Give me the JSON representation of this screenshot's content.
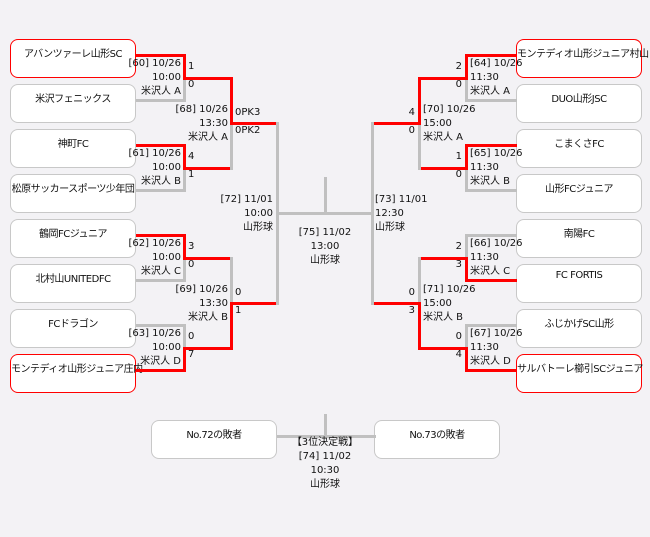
{
  "left_teams": [
    {
      "name": "アバンツァーレ山形SC",
      "winner": true
    },
    {
      "name": "米沢フェニックス",
      "winner": false
    },
    {
      "name": "神町FC",
      "winner": false
    },
    {
      "name": "松原サッカースポーツ少年団",
      "winner": false
    },
    {
      "name": "鶴岡FCジュニア",
      "winner": false
    },
    {
      "name": "北村山UNITEDFC",
      "winner": false
    },
    {
      "name": "FCドラゴン",
      "winner": false
    },
    {
      "name": "モンテディオ山形ジュニア庄内",
      "winner": true
    }
  ],
  "right_teams": [
    {
      "name": "モンテディオ山形ジュニア村山",
      "winner": true
    },
    {
      "name": "DUO山形JSC",
      "winner": false
    },
    {
      "name": "こまくさFC",
      "winner": false
    },
    {
      "name": "山形FCジュニア",
      "winner": false
    },
    {
      "name": "南陽FC",
      "winner": false
    },
    {
      "name": "FC FORTIS",
      "winner": false
    },
    {
      "name": "ふじかげSC山形",
      "winner": false
    },
    {
      "name": "サルバトーレ櫛引SCジュニア",
      "winner": true
    }
  ],
  "matches": {
    "m60": {
      "id": "[60] 10/26",
      "time": "10:00",
      "venue": "米沢人 A",
      "s1": "1",
      "s2": "0"
    },
    "m61": {
      "id": "[61] 10/26",
      "time": "10:00",
      "venue": "米沢人 B",
      "s1": "4",
      "s2": "1"
    },
    "m62": {
      "id": "[62] 10/26",
      "time": "10:00",
      "venue": "米沢人 C",
      "s1": "3",
      "s2": "0"
    },
    "m63": {
      "id": "[63] 10/26",
      "time": "10:00",
      "venue": "米沢人 D",
      "s1": "0",
      "s2": "7"
    },
    "m64": {
      "id": "[64] 10/26",
      "time": "11:30",
      "venue": "米沢人 A",
      "s1": "2",
      "s2": "0"
    },
    "m65": {
      "id": "[65] 10/26",
      "time": "11:30",
      "venue": "米沢人 B",
      "s1": "1",
      "s2": "0"
    },
    "m66": {
      "id": "[66] 10/26",
      "time": "11:30",
      "venue": "米沢人 C",
      "s1": "2",
      "s2": "3"
    },
    "m67": {
      "id": "[67] 10/26",
      "time": "11:30",
      "venue": "米沢人 D",
      "s1": "0",
      "s2": "4"
    },
    "m68": {
      "id": "[68] 10/26",
      "time": "13:30",
      "venue": "米沢人 A",
      "s1": "0PK3",
      "s2": "0PK2"
    },
    "m69": {
      "id": "[69] 10/26",
      "time": "13:30",
      "venue": "米沢人 B",
      "s1": "0",
      "s2": "1"
    },
    "m70": {
      "id": "[70] 10/26",
      "time": "15:00",
      "venue": "米沢人 A",
      "s1": "4",
      "s2": "0"
    },
    "m71": {
      "id": "[71] 10/26",
      "time": "15:00",
      "venue": "米沢人 B",
      "s1": "0",
      "s2": "3"
    },
    "m72": {
      "id": "[72] 11/01",
      "time": "10:00",
      "venue": "山形球"
    },
    "m73": {
      "id": "[73] 11/01",
      "time": "12:30",
      "venue": "山形球"
    },
    "m75": {
      "id": "[75] 11/02",
      "time": "13:00",
      "venue": "山形球"
    },
    "m74": {
      "title": "【3位決定戦】",
      "id": "[74] 11/02",
      "time": "10:30",
      "venue": "山形球"
    }
  },
  "third_place": {
    "left": "No.72の敗者",
    "right": "No.73の敗者"
  },
  "colors": {
    "winner_line": "#ff0000",
    "line": "#c0c0c0",
    "background": "#f3f2f5"
  }
}
